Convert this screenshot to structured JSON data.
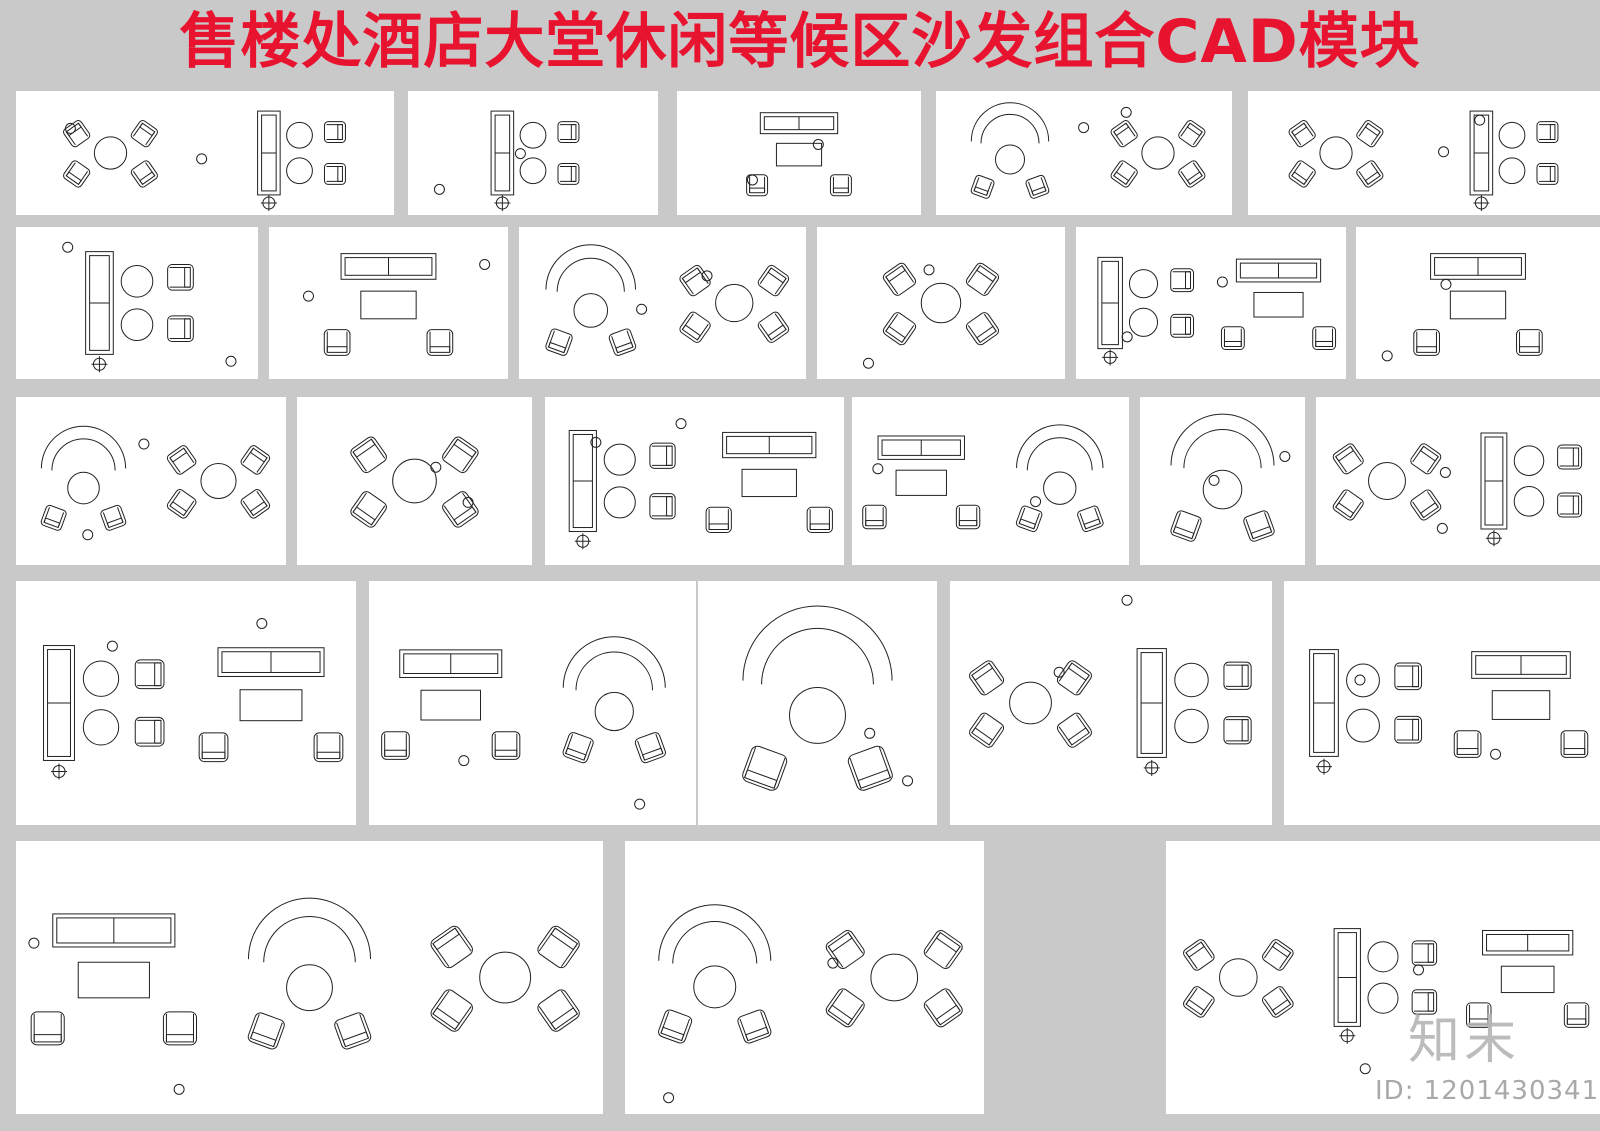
{
  "page": {
    "title": "售楼处酒店大堂休闲等候区沙发组合CAD模块",
    "background_color": "#c9c9c9",
    "title_color": "#e8132f",
    "panel_color": "#ffffff",
    "line_color": "#222222"
  },
  "watermark": {
    "logo_text": "知末",
    "id_text": "ID: 1201430341"
  },
  "panels": [
    {
      "name": "sofa-group-1"
    },
    {
      "name": "sofa-group-2"
    },
    {
      "name": "sofa-group-3"
    },
    {
      "name": "sofa-group-4"
    },
    {
      "name": "sofa-group-5"
    },
    {
      "name": "sofa-group-6"
    },
    {
      "name": "sofa-group-7"
    },
    {
      "name": "sofa-group-8"
    },
    {
      "name": "sofa-group-9"
    },
    {
      "name": "sofa-group-10"
    },
    {
      "name": "sofa-group-11"
    },
    {
      "name": "sofa-group-12"
    },
    {
      "name": "sofa-group-13"
    },
    {
      "name": "sofa-group-14"
    },
    {
      "name": "sofa-group-15"
    },
    {
      "name": "sofa-group-16"
    },
    {
      "name": "sofa-group-17"
    },
    {
      "name": "sofa-group-18"
    },
    {
      "name": "sofa-group-19"
    },
    {
      "name": "sofa-group-20"
    },
    {
      "name": "sofa-group-21"
    },
    {
      "name": "sofa-group-22"
    },
    {
      "name": "sofa-group-23"
    },
    {
      "name": "sofa-group-24"
    },
    {
      "name": "sofa-group-25"
    },
    {
      "name": "sofa-group-26"
    },
    {
      "name": "sofa-group-27"
    }
  ]
}
